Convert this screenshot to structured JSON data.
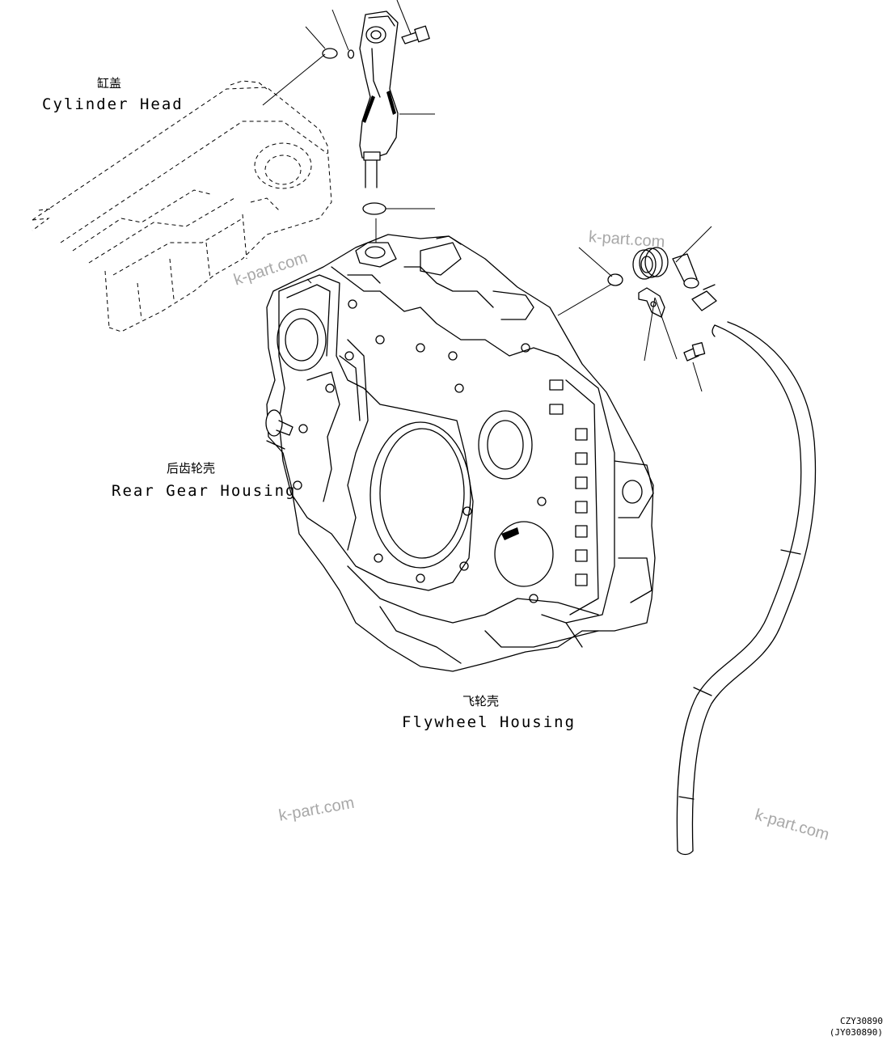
{
  "labels": {
    "cylinder_head_cn": "缸盖",
    "cylinder_head_en": "Cylinder Head",
    "rear_gear_housing_cn": "后齿轮壳",
    "rear_gear_housing_en": "Rear Gear Housing",
    "flywheel_housing_cn": "飞轮壳",
    "flywheel_housing_en": "Flywheel Housing"
  },
  "watermarks": [
    "k-part.com",
    "k-part.com",
    "k-part.com",
    "k-part.com"
  ],
  "drawing_codes": {
    "primary": "CZY30890",
    "secondary": "(JY030890)"
  }
}
